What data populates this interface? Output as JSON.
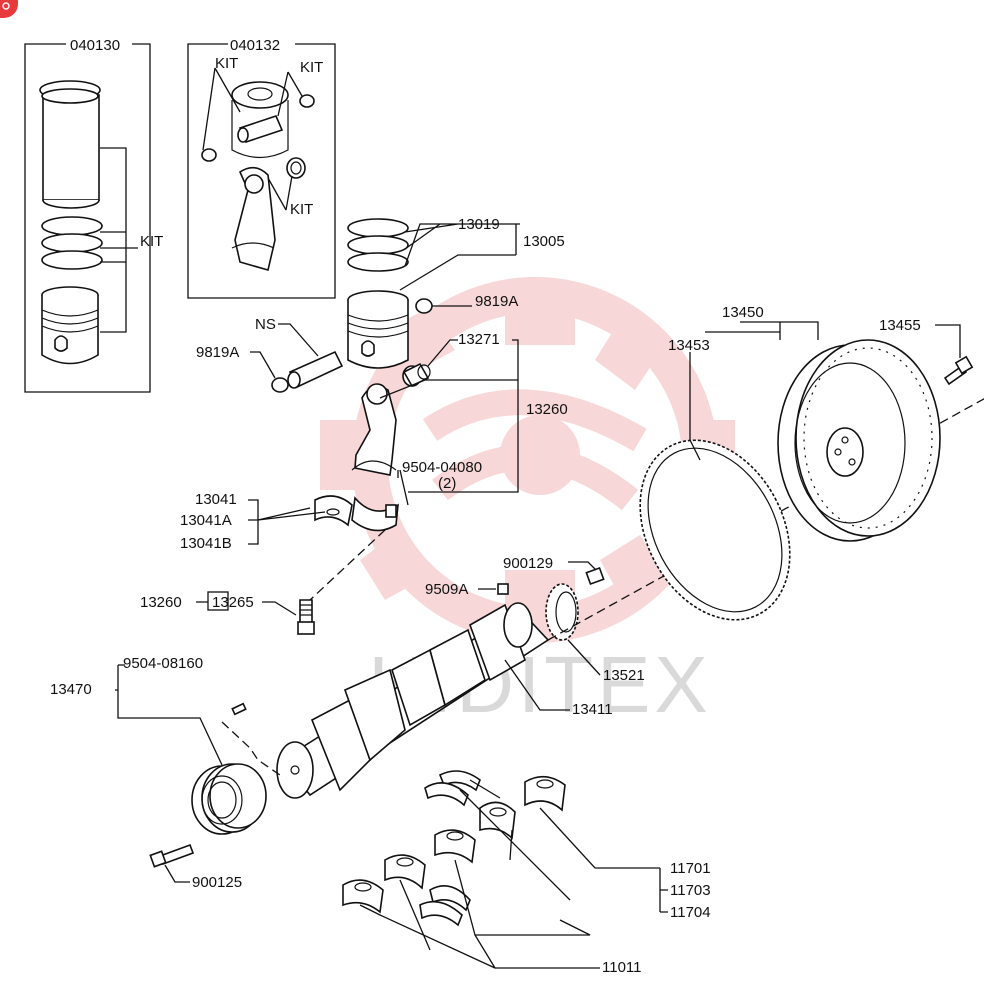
{
  "watermark": {
    "text": "HIDITEX",
    "color": "#f2b8b8"
  },
  "badge": {
    "color": "#e83a3a"
  },
  "labels": {
    "kit_040130": "040130",
    "kit_040132": "040132",
    "kit_a": "KIT",
    "kit_b": "KIT",
    "kit_c": "KIT",
    "kit_d": "KIT",
    "p13019": "13019",
    "p13005": "13005",
    "p9819a_r": "9819A",
    "ns": "NS",
    "p9819a_l": "9819A",
    "p13271": "13271",
    "p13260_r": "13260",
    "p9504_04080": "9504-04080",
    "qty_2": "(2)",
    "p13041": "13041",
    "p13041a": "13041A",
    "p13041b": "13041B",
    "p13260_l": "13260",
    "p13265": "13265",
    "p9509a": "9509A",
    "p900129": "900129",
    "p13521": "13521",
    "p13411": "13411",
    "p9504_08160": "9504-08160",
    "p13470": "13470",
    "p900125": "900125",
    "p11701": "11701",
    "p11703": "11703",
    "p11704": "11704",
    "p11011": "11011",
    "p13450": "13450",
    "p13453": "13453",
    "p13455": "13455"
  }
}
